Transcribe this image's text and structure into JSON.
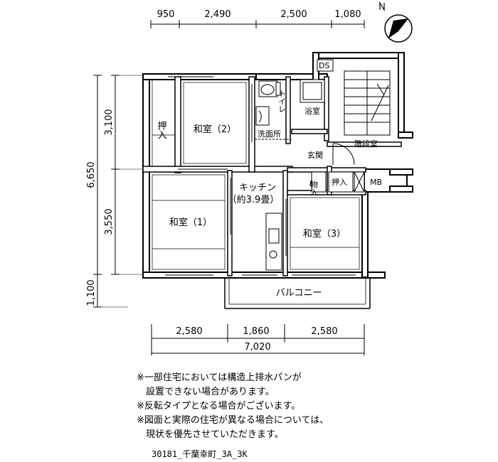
{
  "dimensions": {
    "top": [
      "950",
      "2,490",
      "2,500",
      "1,080"
    ],
    "left_total": "6,650",
    "left_parts": [
      "3,100",
      "3,550",
      "1,100"
    ],
    "bottom": [
      "2,580",
      "1,860",
      "2,580"
    ],
    "bottom_total": "7,020"
  },
  "rooms": {
    "oshiire_left": "押入",
    "washitsu2": "和室（2）",
    "toilet": "トイレ",
    "bath": "浴室",
    "washroom": "洗面所",
    "ds": "DS",
    "stairs": "階段室",
    "genkan": "玄関",
    "kitchen_line1": "キッチン",
    "kitchen_line2": "（約3.9畳）",
    "mono_in": "物入",
    "oshiire_right": "押入",
    "mb": "MB",
    "washitsu1": "和室（1）",
    "washitsu3": "和室（3）",
    "balcony": "バルコニー"
  },
  "notes": [
    "※一部住宅においては構造上排水パンが",
    "　設置できない場合があります。",
    "※反転タイプとなる場合がございます。",
    "※図面と実際の住宅が異なる場合については、",
    "　現状を優先させていただきます。"
  ],
  "caption": "30181_千葉幸町_3A_3K",
  "compass_icon": "north-arrow-icon"
}
